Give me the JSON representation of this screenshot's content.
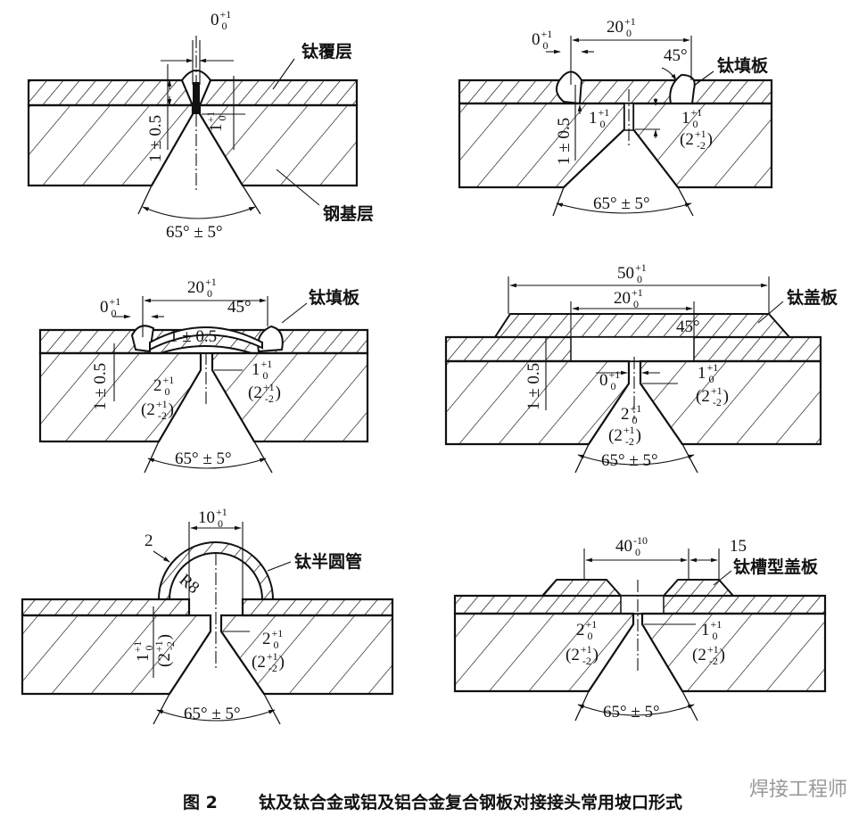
{
  "figure": {
    "number_label": "图 2",
    "caption": "钛及钛合金或铝及铝合金复合钢板对接接头常用坡口形式",
    "watermark": "焊接工程师"
  },
  "panels": [
    {
      "labels": {
        "cladding": "钛覆层",
        "base": "钢基层"
      },
      "dims": {
        "gap": {
          "b": "0",
          "u": "+1",
          "l": "0"
        },
        "depth": "1 ± 0.5",
        "root": {
          "b": "1",
          "u": "+1",
          "l": "0"
        },
        "angle": "65° ± 5°"
      }
    },
    {
      "labels": {
        "filler": "钛填板"
      },
      "dims": {
        "gap": {
          "b": "0",
          "u": "+1",
          "l": "0"
        },
        "width": {
          "b": "20",
          "u": "+1",
          "l": "0"
        },
        "bevel": "45°",
        "depth": "1 ± 0.5",
        "root_left": {
          "b": "1",
          "u": "+1",
          "l": "0"
        },
        "root_right": {
          "b": "1",
          "u": "+1",
          "l": "0"
        },
        "root_alt": {
          "b": "(2",
          "u": "+1",
          "l": "-2",
          "s": ")"
        },
        "angle": "65° ± 5°"
      }
    },
    {
      "labels": {
        "filler": "钛填板"
      },
      "dims": {
        "gap": {
          "b": "0",
          "u": "+1",
          "l": "0"
        },
        "width": {
          "b": "20",
          "u": "+1",
          "l": "0"
        },
        "bevel": "45°",
        "arch": "1 ± 0.5",
        "depth": "1 ± 0.5",
        "root_gap": {
          "b": "2",
          "u": "+1",
          "l": "0"
        },
        "root_gap_alt": {
          "b": "(2",
          "u": "+1",
          "l": "-2",
          "s": ")"
        },
        "root_face": {
          "b": "1",
          "u": "+1",
          "l": "0"
        },
        "root_face_alt": {
          "b": "(2",
          "u": "+1",
          "l": "-2",
          "s": ")"
        },
        "angle": "65° ± 5°"
      }
    },
    {
      "labels": {
        "cover": "钛盖板"
      },
      "dims": {
        "outer_width": {
          "b": "50",
          "u": "+1",
          "l": "0"
        },
        "inner_width": {
          "b": "20",
          "u": "+1",
          "l": "0"
        },
        "bevel": "45°",
        "depth": "1 ± 0.5",
        "gap": {
          "b": "0",
          "u": "+1",
          "l": "0"
        },
        "root_face": {
          "b": "1",
          "u": "+1",
          "l": "0"
        },
        "root_face_alt": {
          "b": "(2",
          "u": "+1",
          "l": "-2",
          "s": ")"
        },
        "root_gap": {
          "b": "2",
          "u": "+1",
          "l": "0"
        },
        "root_gap_alt": {
          "b": "(2",
          "u": "+1",
          "l": "-2",
          "s": ")"
        },
        "angle": "65° ± 5°"
      }
    },
    {
      "labels": {
        "tube": "钛半圆管"
      },
      "dims": {
        "width": {
          "b": "10",
          "u": "+1",
          "l": "0"
        },
        "thickness": "2",
        "radius": "R8",
        "root_gap": {
          "b": "2",
          "u": "+1",
          "l": "0"
        },
        "root_gap_alt": {
          "b": "(2",
          "u": "+1",
          "l": "-2",
          "s": ")"
        },
        "root_face": {
          "b": "1",
          "u": "+1",
          "l": "0"
        },
        "root_face_alt": {
          "b": "(2",
          "u": "+1",
          "l": "-2",
          "s": ")"
        },
        "angle": "65° ± 5°"
      }
    },
    {
      "labels": {
        "cover": "钛槽型盖板"
      },
      "dims": {
        "width": {
          "b": "40",
          "u": "-10",
          "l": "0"
        },
        "flange": "15",
        "root_gap": {
          "b": "2",
          "u": "+1",
          "l": "0"
        },
        "root_gap_alt": {
          "b": "(2",
          "u": "+1",
          "l": "-2",
          "s": ")"
        },
        "root_face": {
          "b": "1",
          "u": "+1",
          "l": "0"
        },
        "root_face_alt": {
          "b": "(2",
          "u": "+1",
          "l": "-2",
          "s": ")"
        },
        "angle": "65° ± 5°"
      }
    }
  ]
}
